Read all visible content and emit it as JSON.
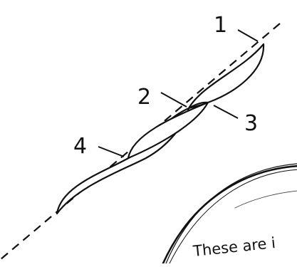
{
  "diagram": {
    "callouts": [
      {
        "label": "1"
      },
      {
        "label": "2"
      },
      {
        "label": "3"
      },
      {
        "label": "4"
      }
    ],
    "bubble_text": "These are i"
  },
  "colors": {
    "ink": "#111111",
    "background": "#ffffff"
  }
}
